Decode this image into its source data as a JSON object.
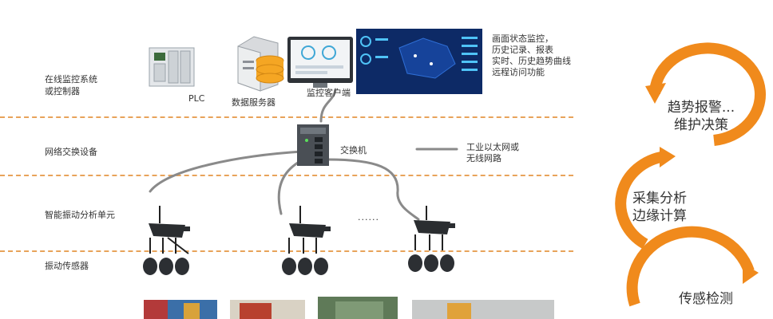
{
  "layers": {
    "monitor": [
      "在线监控系统",
      "或控制器"
    ],
    "network": "网络交换设备",
    "analysis": "智能振动分析单元",
    "sensor": "振动传感器"
  },
  "devices": {
    "plc": "PLC",
    "server": "数据服务器",
    "client": "监控客户端",
    "switch": "交换机",
    "ellipsis": "......"
  },
  "features": [
    "画面状态监控，",
    "历史记录、报表",
    "实时、历史趋势曲线",
    "远程访问功能"
  ],
  "legend": [
    "工业以太网或",
    "无线网路"
  ],
  "cycle": {
    "top": [
      "趋势报警...",
      "维护决策"
    ],
    "middle": [
      "采集分析",
      "边缘计算"
    ],
    "bottom": "传感检测"
  },
  "colors": {
    "accent": "#f08a1c",
    "dash": "#e8a35a",
    "cable": "#8a8a8a",
    "screen": "#0d2a66"
  }
}
